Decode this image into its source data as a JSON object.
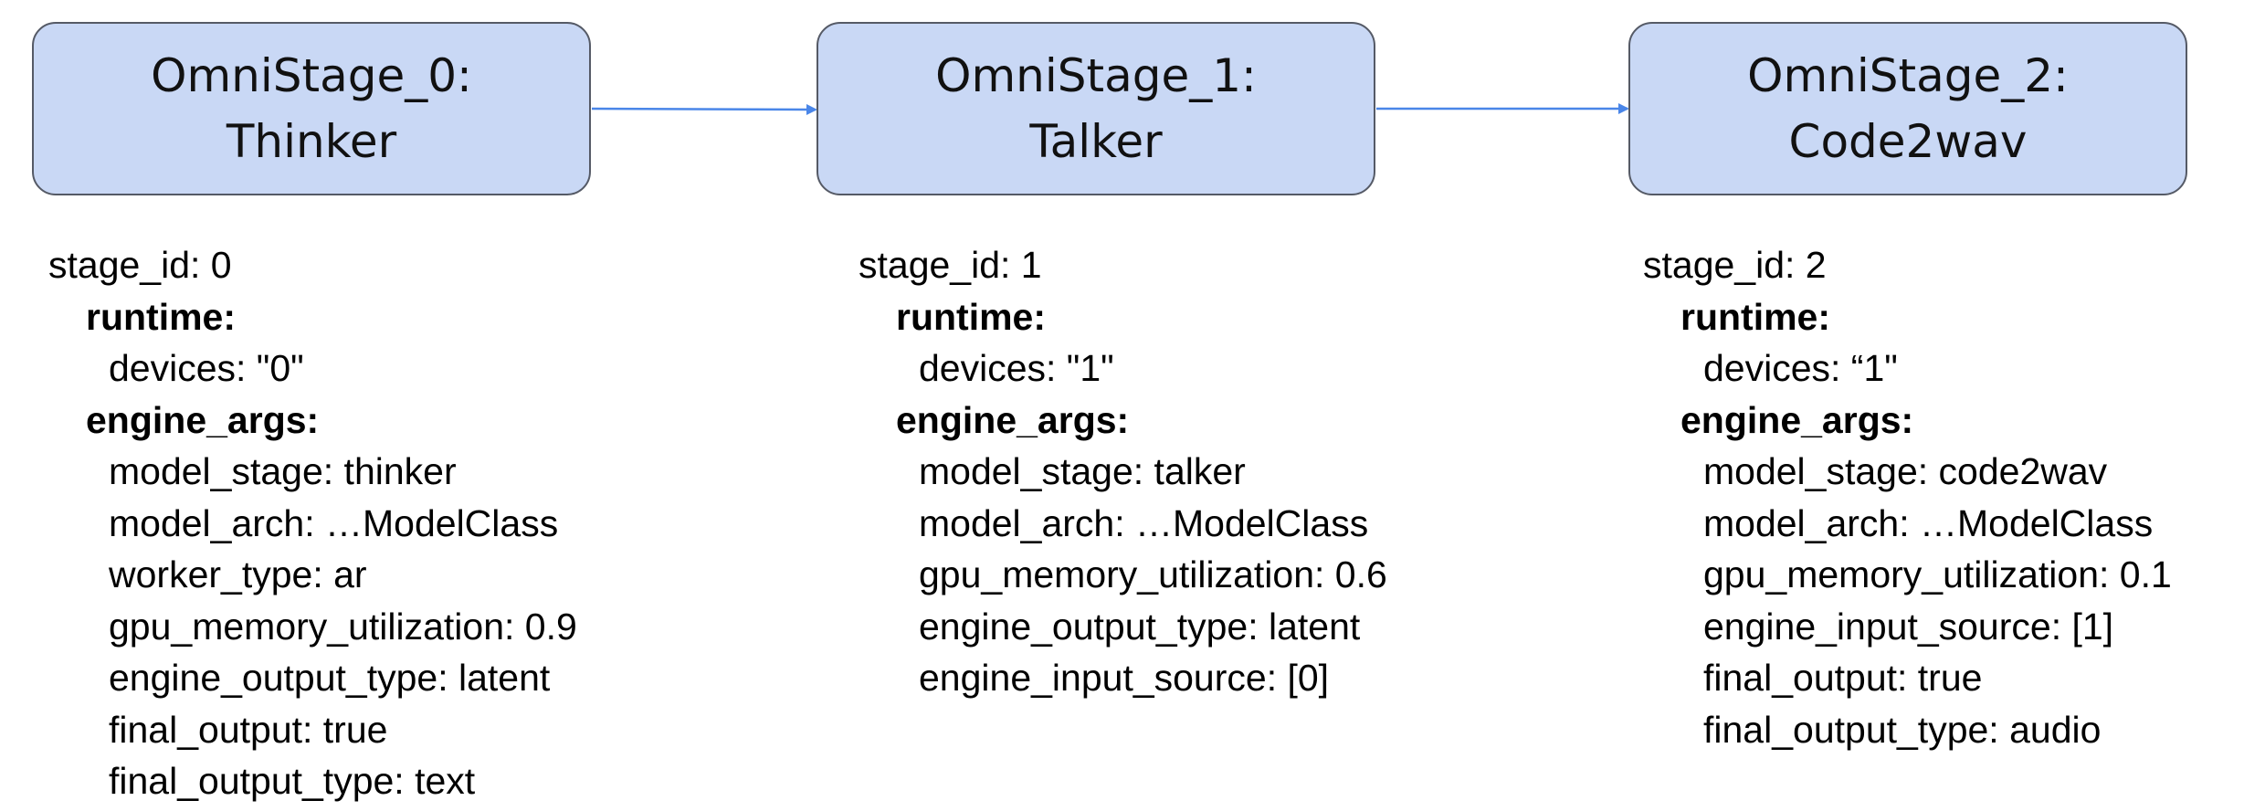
{
  "diagram": {
    "colors": {
      "box_fill": "#c9d8f5",
      "box_border": "#555a66",
      "arrow": "#4a86e8",
      "text": "#000000"
    },
    "stages": [
      {
        "title_line1": "OmniStage_0:",
        "title_line2": "Thinker",
        "config": {
          "stage_id": "stage_id: 0",
          "runtime_header": "runtime:",
          "devices": "devices: \"0\"",
          "engine_args_header": "engine_args:",
          "engine_args": [
            "model_stage: thinker",
            "model_arch: …ModelClass",
            "worker_type: ar",
            "gpu_memory_utilization: 0.9",
            "engine_output_type: latent",
            "final_output: true",
            "final_output_type: text"
          ]
        }
      },
      {
        "title_line1": "OmniStage_1:",
        "title_line2": "Talker",
        "config": {
          "stage_id": "stage_id: 1",
          "runtime_header": "runtime:",
          "devices": "devices: \"1\"",
          "engine_args_header": "engine_args:",
          "engine_args": [
            "model_stage: talker",
            "model_arch: …ModelClass",
            "gpu_memory_utilization: 0.6",
            "engine_output_type: latent",
            "engine_input_source: [0]"
          ]
        }
      },
      {
        "title_line1": "OmniStage_2:",
        "title_line2": "Code2wav",
        "config": {
          "stage_id": "stage_id: 2",
          "runtime_header": "runtime:",
          "devices": "devices: “1\"",
          "engine_args_header": "engine_args:",
          "engine_args": [
            "model_stage: code2wav",
            "model_arch: …ModelClass",
            "gpu_memory_utilization: 0.1",
            "engine_input_source: [1]",
            "final_output: true",
            "final_output_type: audio"
          ]
        }
      }
    ]
  }
}
